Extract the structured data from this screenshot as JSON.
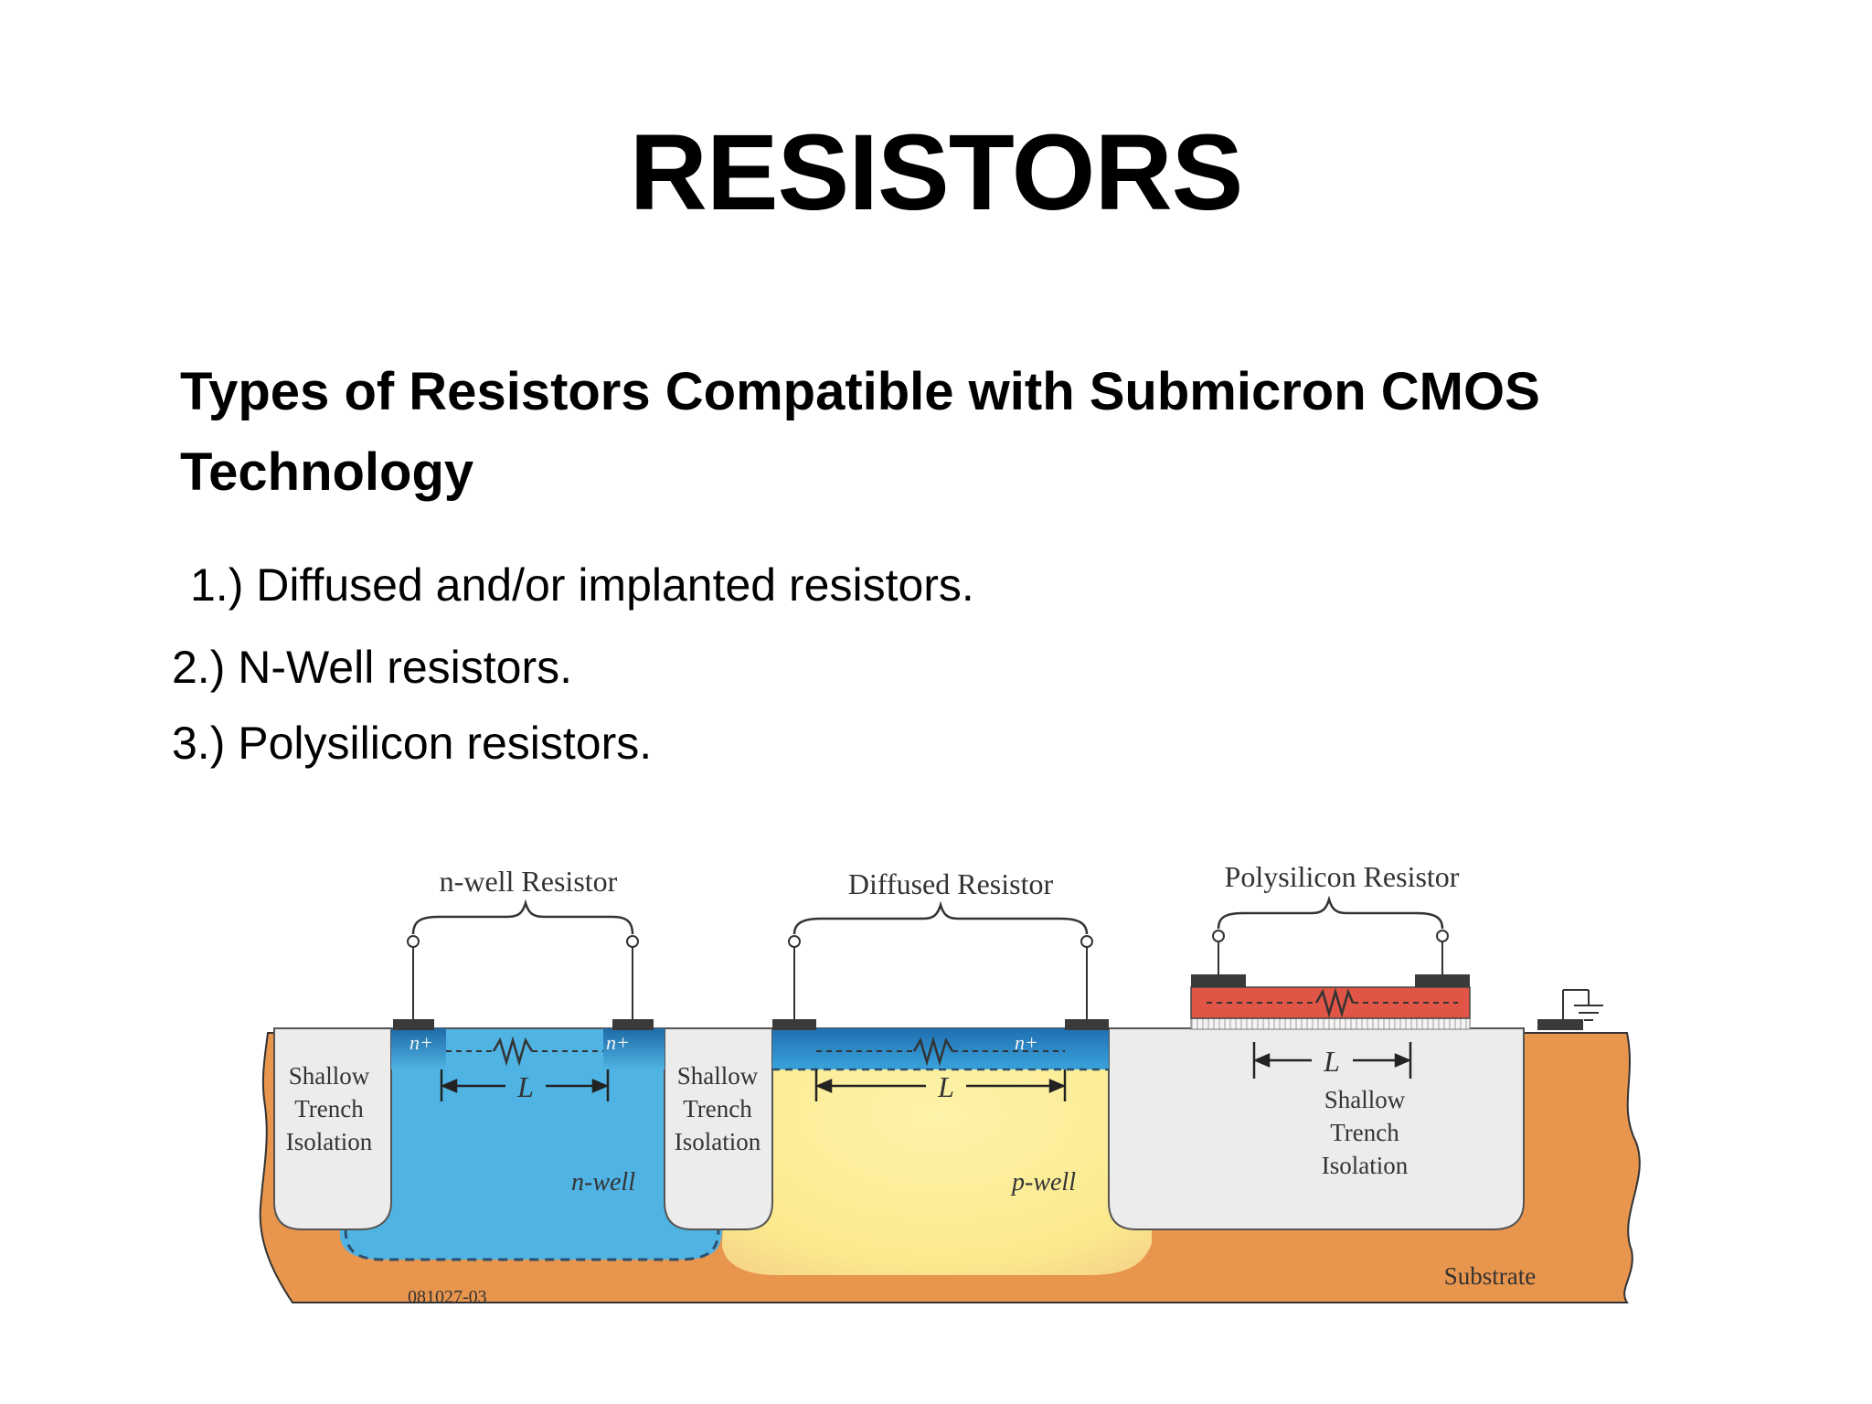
{
  "slide": {
    "title": "RESISTORS",
    "subtitle_line1": "Types of Resistors Compatible with Submicron CMOS",
    "subtitle_line2": "Technology",
    "items": [
      "1.) Diffused and/or implanted resistors.",
      "2.) N-Well resistors.",
      "3.) Polysilicon resistors."
    ]
  },
  "diagram": {
    "labels": {
      "nwell_resistor": "n-well Resistor",
      "diffused_resistor": "Diffused Resistor",
      "poly_resistor": "Polysilicon Resistor",
      "sti_word1": "Shallow",
      "sti_word2": "Trench",
      "sti_word3": "Isolation",
      "n_plus": "n+",
      "length": "L",
      "n_well": "n-well",
      "p_well": "p-well",
      "substrate": "Substrate",
      "figure_code": "081027-03"
    },
    "colors": {
      "substrate": "#e8954d",
      "n_well": "#4fb3e3",
      "p_well": "#fbef9c",
      "isolation": "#ececec",
      "poly": "#e05545",
      "contact": "#3a3a3a"
    }
  }
}
